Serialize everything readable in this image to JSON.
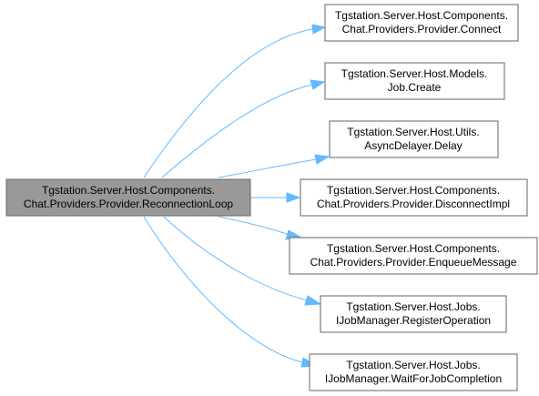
{
  "graph": {
    "source": {
      "line1": "Tgstation.Server.Host.Components.",
      "line2": "Chat.Providers.Provider.ReconnectionLoop"
    },
    "targets": [
      {
        "line1": "Tgstation.Server.Host.Components.",
        "line2": "Chat.Providers.Provider.Connect"
      },
      {
        "line1": "Tgstation.Server.Host.Models.",
        "line2": "Job.Create"
      },
      {
        "line1": "Tgstation.Server.Host.Utils.",
        "line2": "AsyncDelayer.Delay"
      },
      {
        "line1": "Tgstation.Server.Host.Components.",
        "line2": "Chat.Providers.Provider.DisconnectImpl"
      },
      {
        "line1": "Tgstation.Server.Host.Components.",
        "line2": "Chat.Providers.Provider.EnqueueMessage"
      },
      {
        "line1": "Tgstation.Server.Host.Jobs.",
        "line2": "IJobManager.RegisterOperation"
      },
      {
        "line1": "Tgstation.Server.Host.Jobs.",
        "line2": "IJobManager.WaitForJobCompletion"
      }
    ]
  },
  "colors": {
    "edge": "#63b8ff",
    "source_fill": "#999999",
    "target_fill": "#ffffff",
    "border": "#666666"
  }
}
